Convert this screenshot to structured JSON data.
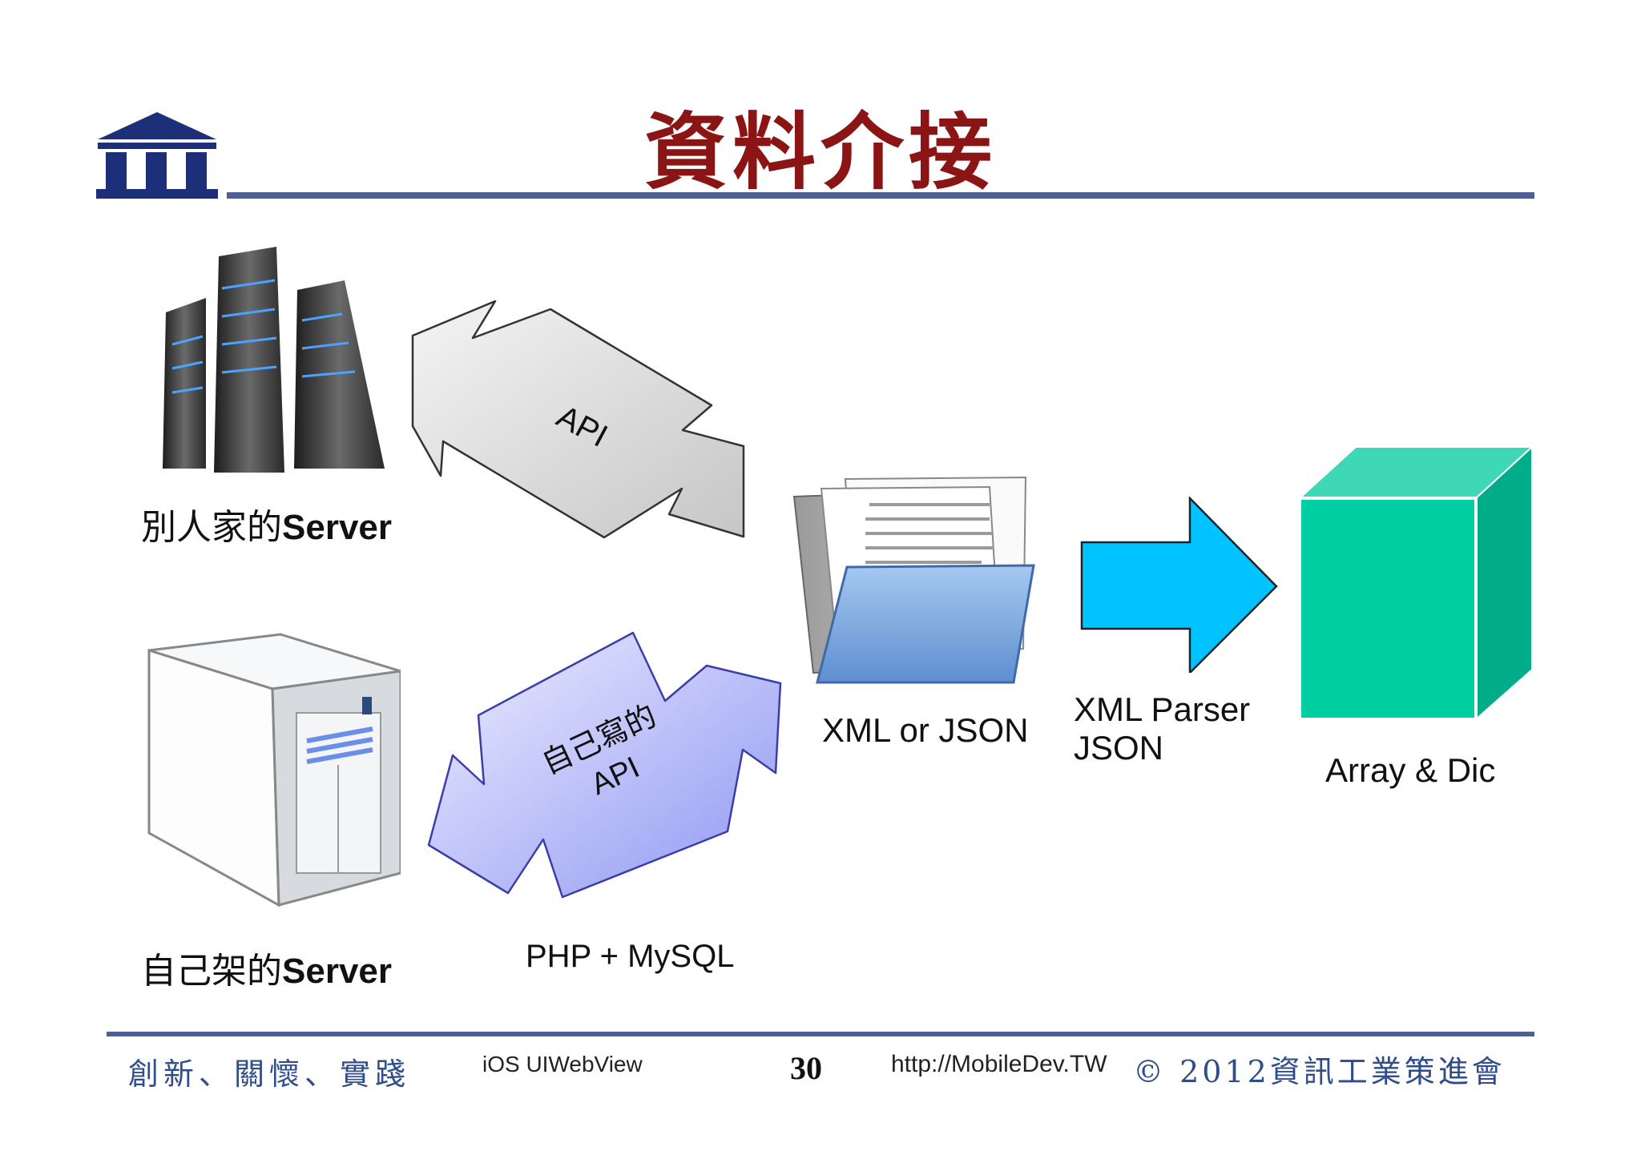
{
  "slide": {
    "title": "資料介接",
    "colors": {
      "title": "#8b1414",
      "rule": "#4d5f95",
      "logo": "#1e2f7a",
      "footer_cjk": "#2e4d8a"
    }
  },
  "diagram": {
    "nodes": [
      {
        "id": "remote-server",
        "icon": "server-rack-icon",
        "label_cjk": "別人家的",
        "label_bold": "Server"
      },
      {
        "id": "own-server",
        "icon": "tower-server-icon",
        "label_cjk": "自己架的",
        "label_bold": "Server"
      },
      {
        "id": "data-format",
        "icon": "open-folder-icon",
        "label": "XML or JSON"
      },
      {
        "id": "result",
        "icon": "cube-icon",
        "label": "Array & Dic"
      }
    ],
    "edges": [
      {
        "from": "remote-server",
        "to": "data-format",
        "type": "bidirectional",
        "label": "API"
      },
      {
        "from": "own-server",
        "to": "data-format",
        "type": "bidirectional",
        "label_line1": "自己寫的",
        "label_line2": "API",
        "note": "PHP + MySQL"
      },
      {
        "from": "data-format",
        "to": "result",
        "type": "directed",
        "label_line1": "XML Parser",
        "label_line2": "JSON"
      }
    ]
  },
  "footer": {
    "motto": "創新、關懷、實踐",
    "course": "iOS UIWebView",
    "page_number": "30",
    "url": "http://MobileDev.TW",
    "copyright": "© 2012資訊工業策進會"
  }
}
